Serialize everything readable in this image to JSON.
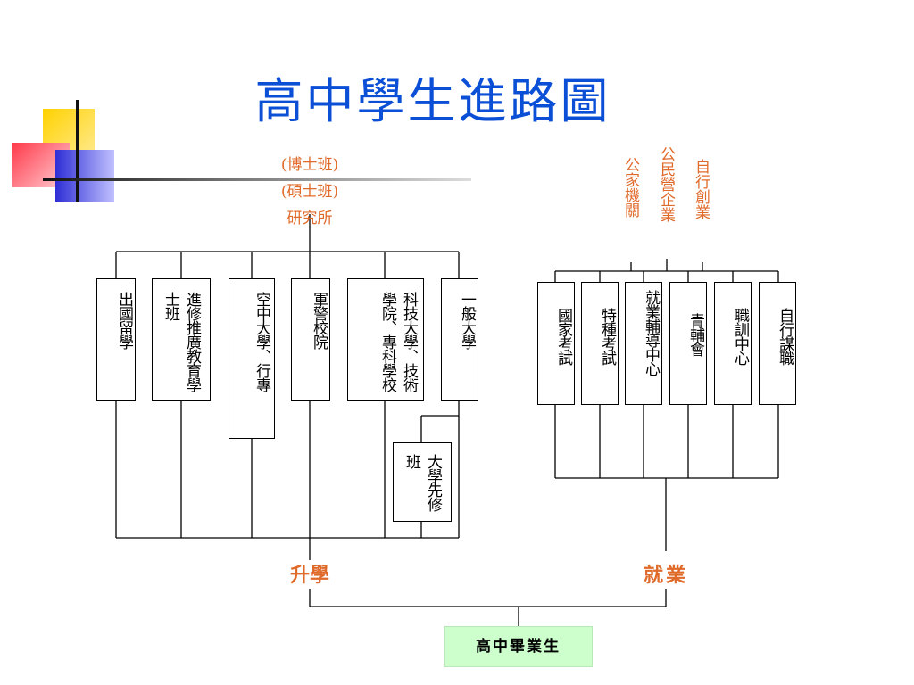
{
  "title": "高中學生進路圖",
  "colors": {
    "title": "#0a4fd6",
    "accent": "#e06a2a",
    "grad_bg": "#ccffcc"
  },
  "left_top": {
    "doctor": "(博士班)",
    "master": "(碩士班)",
    "institute": "研究所"
  },
  "left_branches": {
    "study_abroad": "出國留學",
    "extension": "進修推廣教育學士班",
    "open_university": "空中大學、行專",
    "military": "軍警校院",
    "tech": "科技大學、技術學院、專科學校",
    "university": "一般大學",
    "pre_college": "大學先修班"
  },
  "right_top": {
    "public": "公家機關",
    "enterprise": "公民營企業",
    "startup": "自行創業"
  },
  "right_branches": {
    "national_exam": "國家考試",
    "special_exam": "特種考試",
    "employment_center": "就業輔導中心",
    "youth_counsel": "青輔會",
    "vocational_center": "職訓中心",
    "self_employment": "自行謀職"
  },
  "labels": {
    "further_study": "升學",
    "employment": "就業",
    "graduate": "高中畢業生"
  }
}
